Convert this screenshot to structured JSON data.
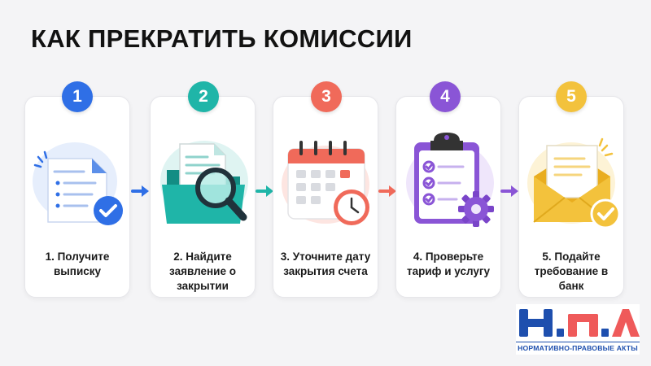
{
  "title": "КАК ПРЕКРАТИТЬ КОМИССИИ",
  "steps": [
    {
      "number": "1",
      "label": "1. Получите выписку",
      "color": "#2f6fe6",
      "icon": "document-check-icon"
    },
    {
      "number": "2",
      "label": "2. Найдите заявление о закрытии",
      "color": "#1fb5a8",
      "icon": "folder-magnifier-icon"
    },
    {
      "number": "3",
      "label": "3. Уточните дату закрытия счета",
      "color": "#f06a5a",
      "icon": "calendar-clock-icon"
    },
    {
      "number": "4",
      "label": "4. Проверьте тариф и услугу",
      "color": "#8a55d6",
      "icon": "clipboard-gear-icon"
    },
    {
      "number": "5",
      "label": "5. Подайте требование в банк",
      "color": "#f3c23c",
      "icon": "envelope-check-icon"
    }
  ],
  "logo": {
    "letters": "Н.П.А",
    "subtitle": "НОРМАТИВНО-ПРАВОВЫЕ  АКТЫ",
    "colors": {
      "blue": "#1e4fae",
      "red": "#ef5a5a"
    }
  }
}
